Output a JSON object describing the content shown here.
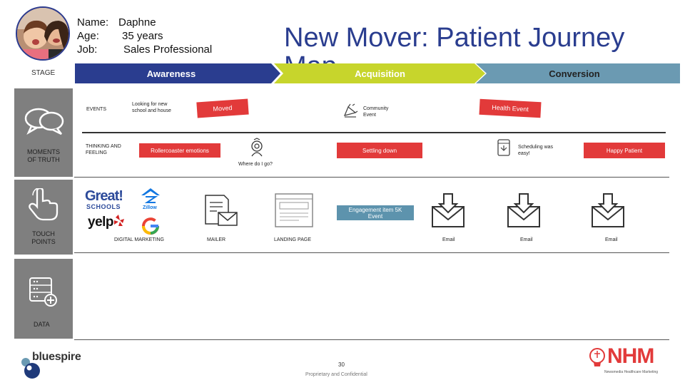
{
  "persona": {
    "name_key": "Name:",
    "name_val": "Daphne",
    "age_key": "Age:",
    "age_val": "35 years",
    "job_key": "Job:",
    "job_val": "Sales Professional"
  },
  "title": "New Mover: Patient Journey Map",
  "stage_label": "STAGE",
  "stages": {
    "awareness": "Awareness",
    "acquisition": "Acquisition",
    "conversion": "Conversion"
  },
  "colors": {
    "awareness": "#2a3d8f",
    "acquisition": "#c7d52c",
    "conversion": "#6b9ab2",
    "red": "#e23a3a",
    "side": "#7f7f7f"
  },
  "side_labels": {
    "moments": "MOMENTS OF TRUTH",
    "touch": "TOUCH POINTS",
    "data": "DATA"
  },
  "moments": {
    "events_label": "EVENTS",
    "thinking_label": "THINKING AND FEELING",
    "looking": "Looking for new school and house",
    "moved": "Moved",
    "community": "Community Event",
    "health_event": "Health Event",
    "rollercoaster": "Rollercoaster emotions",
    "where": "Where do I go?",
    "settling": "Settling down",
    "scheduling": "Scheduling was easy!",
    "happy": "Happy Patient"
  },
  "touchpoints": {
    "greatschools_1": "Great!",
    "greatschools_2": "SCHOOLS",
    "yelp": "yelp",
    "zillow": "Zillow",
    "digital": "DIGITAL MARKETING",
    "mailer": "MAILER",
    "landing": "LANDING PAGE",
    "engagement": "Engagement item 5K Event",
    "email1": "Email",
    "email2": "Email",
    "email3": "Email"
  },
  "footer": {
    "bluespire": "bluespire",
    "page": "30",
    "confidential": "Proprietary and Confidential",
    "nhm": "NHM",
    "nhm_sub": "Newsmedia Healthcare Marketing"
  }
}
